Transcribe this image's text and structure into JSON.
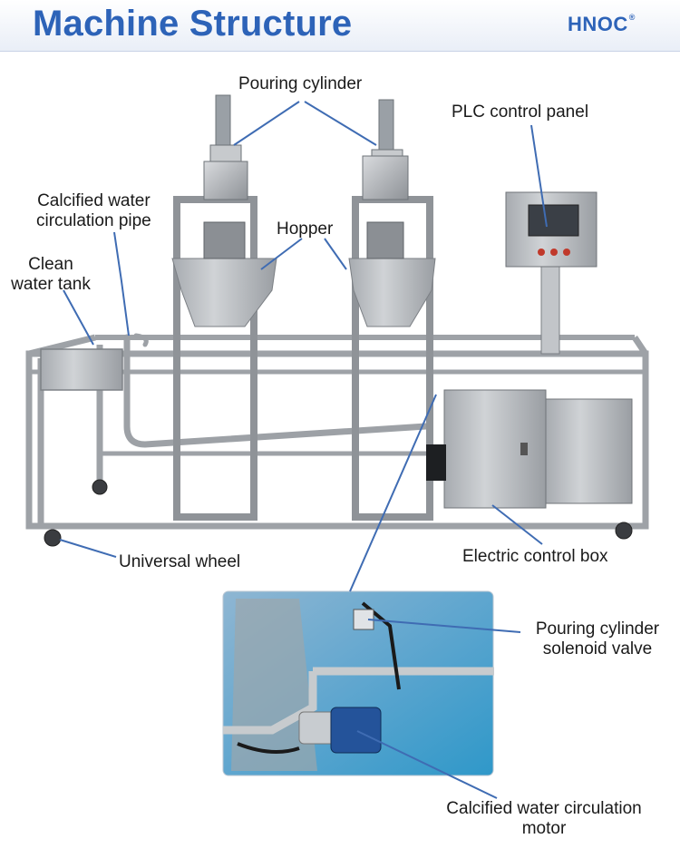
{
  "header": {
    "title": "Machine Structure",
    "logo": "HNOC",
    "logo_mark": "®"
  },
  "labels": {
    "pouring_cylinder": "Pouring cylinder",
    "plc_panel": "PLC control panel",
    "calcified_pipe_line1": "Calcified water",
    "calcified_pipe_line2": "circulation pipe",
    "hopper": "Hopper",
    "clean_tank_line1": "Clean",
    "clean_tank_line2": "water tank",
    "universal_wheel": "Universal wheel",
    "electric_box": "Electric control box",
    "solenoid_line1": "Pouring cylinder",
    "solenoid_line2": "solenoid valve",
    "motor_line1": "Calcified water circulation",
    "motor_line2": "motor"
  },
  "colors": {
    "accent": "#2d63b8",
    "leader": "#3f6cb3",
    "steel": "#b9bcc0"
  }
}
